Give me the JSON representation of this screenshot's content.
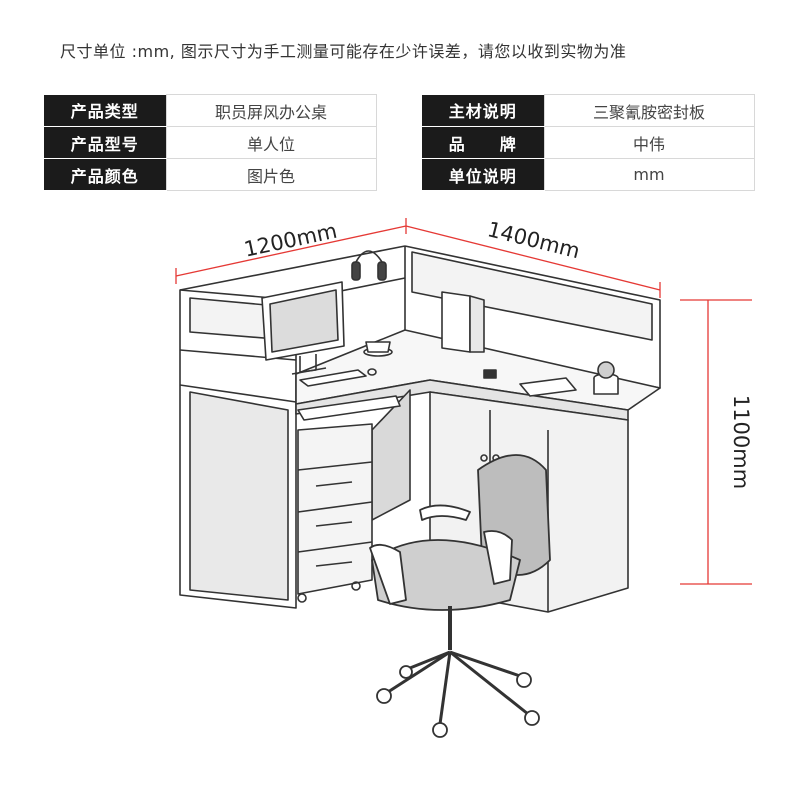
{
  "note": "尺寸单位 :mm, 图示尺寸为手工测量可能存在少许误差，请您以收到实物为准",
  "specs_left": [
    {
      "key": "产品类型",
      "value": "职员屏风办公桌"
    },
    {
      "key": "产品型号",
      "value": "单人位"
    },
    {
      "key": "产品颜色",
      "value": "图片色"
    }
  ],
  "specs_right": [
    {
      "key": "主材说明",
      "value": "三聚氰胺密封板"
    },
    {
      "key": "品　　牌",
      "value": "中伟"
    },
    {
      "key": "单位说明",
      "value": "mm"
    }
  ],
  "dimensions": {
    "width_left": "1200mm",
    "width_right": "1400mm",
    "height": "1100mm"
  },
  "colors": {
    "header_bg": "#1b1b1b",
    "dimension_line": "#e53935",
    "sketch_line": "#333333"
  }
}
